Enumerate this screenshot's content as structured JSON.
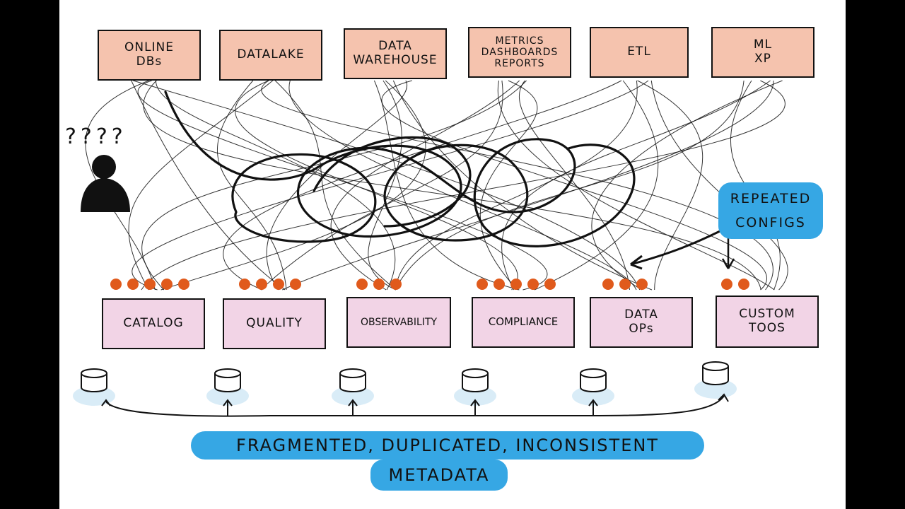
{
  "top_nodes": [
    {
      "id": "online-dbs",
      "label": "ONLINE\nDBs"
    },
    {
      "id": "datalake",
      "label": "DATALAKE"
    },
    {
      "id": "data-warehouse",
      "label": "DATA\nWAREHOUSE"
    },
    {
      "id": "metrics",
      "label": "METRICS\nDASHBOARDS\nREPORTS"
    },
    {
      "id": "etl",
      "label": "ETL"
    },
    {
      "id": "ml-xp",
      "label": "ML\nXP"
    }
  ],
  "bottom_nodes": [
    {
      "id": "catalog",
      "label": "CATALOG",
      "dots": 5
    },
    {
      "id": "quality",
      "label": "QUALITY",
      "dots": 4
    },
    {
      "id": "observability",
      "label": "OBSERVABILITY",
      "dots": 3
    },
    {
      "id": "compliance",
      "label": "COMPLIANCE",
      "dots": 5
    },
    {
      "id": "data-ops",
      "label": "DATA\nOPs",
      "dots": 3
    },
    {
      "id": "custom-tools",
      "label": "CUSTOM\nTOOS",
      "dots": 2
    }
  ],
  "user": {
    "question_marks": "????"
  },
  "callout": {
    "label": "REPEATED\nCONFIGS"
  },
  "banner": {
    "line1": "FRAGMENTED, DUPLICATED, INCONSISTENT",
    "line2": "METADATA"
  },
  "colors": {
    "top_fill": "#ec926c",
    "bottom_fill": "#e2a0c8",
    "dot": "#e05a1c",
    "callout_bg": "#36a7e4",
    "db_fill": "#bfe0f2",
    "ink": "#111111"
  }
}
